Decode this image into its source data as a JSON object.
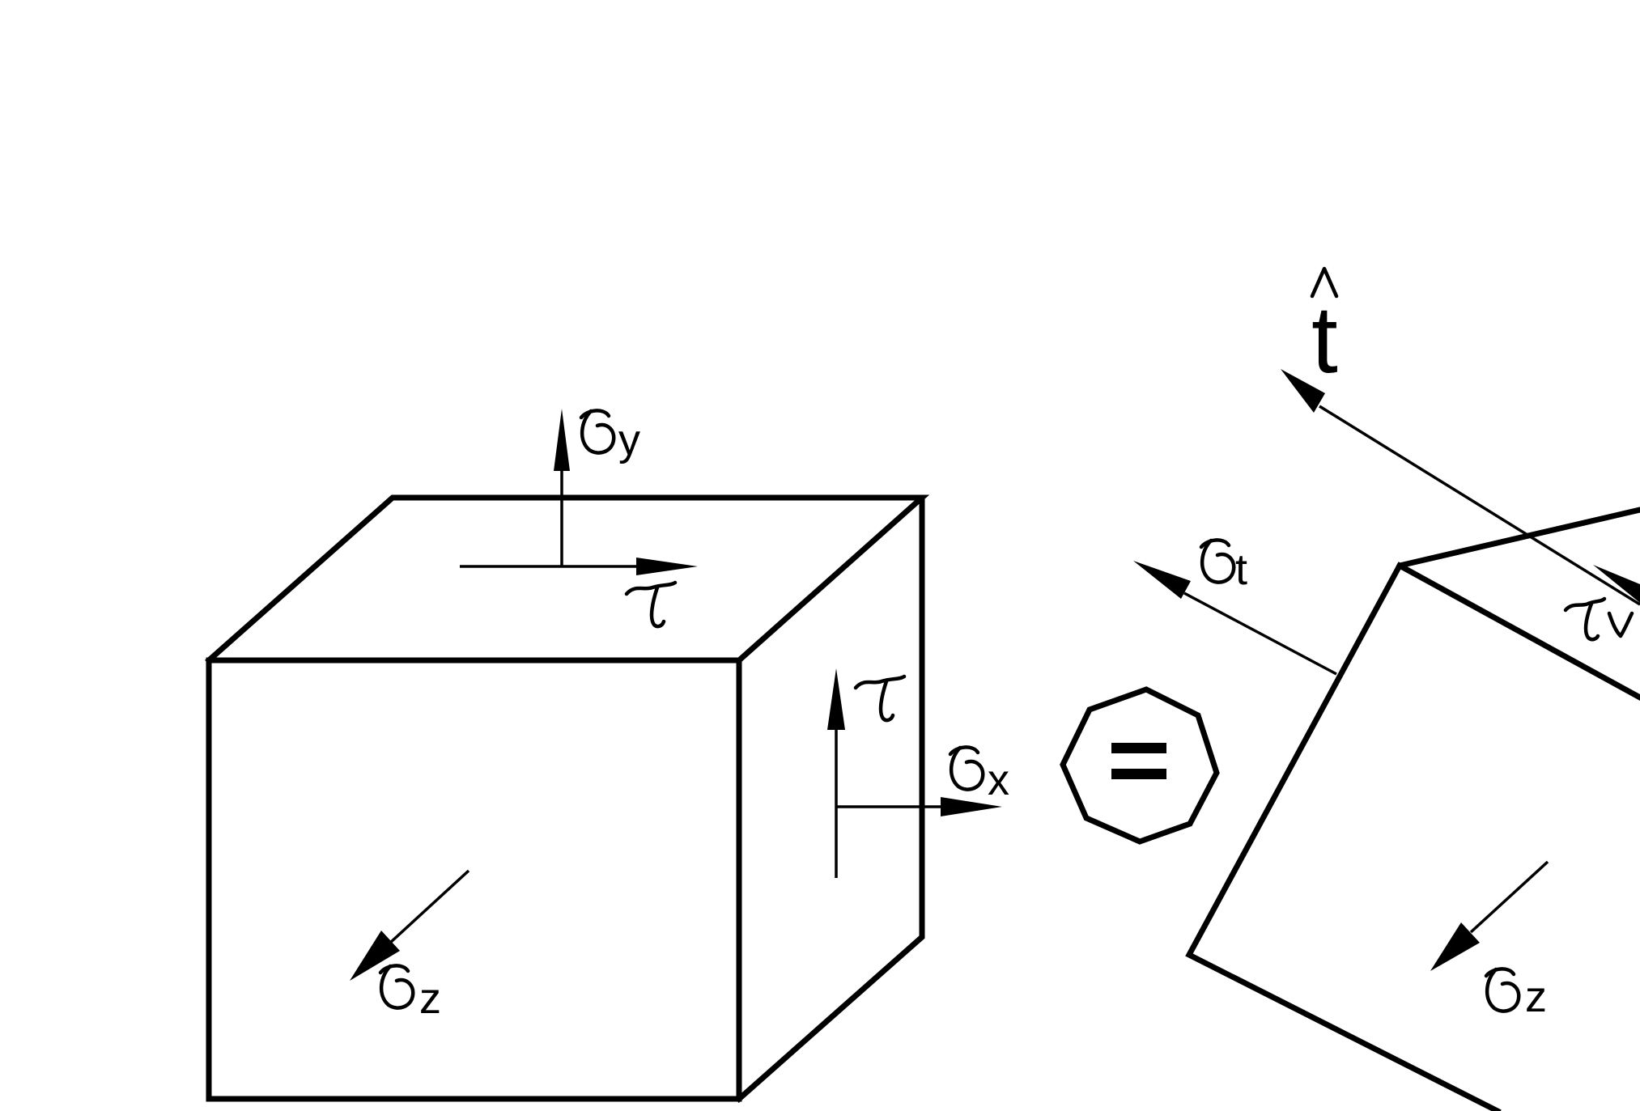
{
  "left_element": {
    "sigma_y": {
      "symbol": "σ",
      "subscript": "y"
    },
    "tau_top": {
      "symbol": "τ"
    },
    "tau_side": {
      "symbol": "τ"
    },
    "sigma_x": {
      "symbol": "σ",
      "subscript": "x"
    },
    "sigma_z": {
      "symbol": "σ",
      "subscript": "z"
    }
  },
  "equivalence": {
    "symbol": "="
  },
  "right_element": {
    "axis": {
      "symbol": "t",
      "hat": "^"
    },
    "sigma_t": {
      "symbol": "σ",
      "subscript": "t"
    },
    "tau_v": {
      "symbol": "τ",
      "subscript": "v"
    },
    "sigma_z": {
      "symbol": "σ",
      "subscript": "z"
    }
  },
  "colors": {
    "line": "#000000",
    "background": "#ffffff"
  }
}
